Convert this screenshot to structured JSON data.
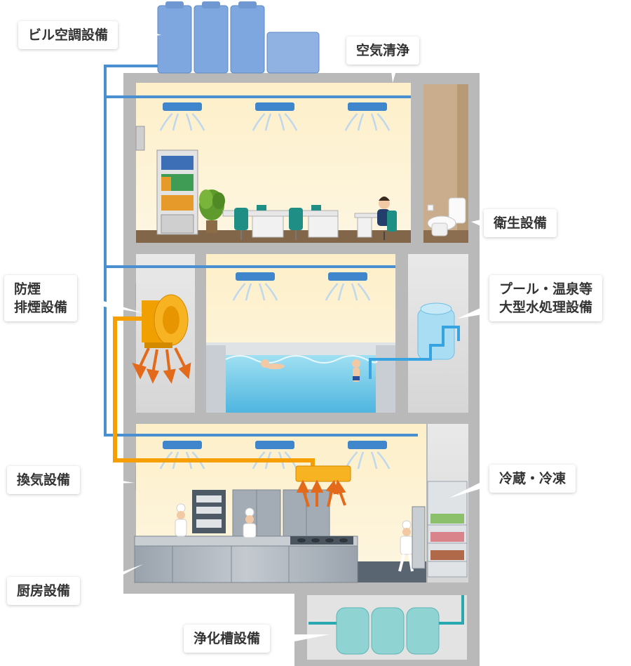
{
  "labels": {
    "building_hvac": "ビル空調設備",
    "air_purification": "空気清浄",
    "sanitary": "衛生設備",
    "smoke_control": [
      "防煙",
      "排煙設備"
    ],
    "pool_water": [
      "プール・温泉等",
      "大型水処理設備"
    ],
    "ventilation": "換気設備",
    "refrigeration": "冷蔵・冷凍",
    "kitchen": "厨房設備",
    "septic": "浄化槽設備"
  },
  "colors": {
    "duct_blue": "#4a8fd0",
    "fan_orange": "#f5a000",
    "wall_gray": "#b9b9b9",
    "room_cream": "#fdf1d2",
    "water": "#6fc8e8",
    "septic_tank": "#8fd3d3"
  },
  "icons": [
    "ac-unit-icon",
    "bookshelf-icon",
    "plant-icon",
    "desk-icon",
    "worker-icon",
    "toilet-icon",
    "smoke-fan-icon",
    "swimmer-icon",
    "water-tank-icon",
    "chef-icon",
    "refrigerator-icon",
    "exhaust-hood-icon",
    "septic-tank-icon"
  ]
}
